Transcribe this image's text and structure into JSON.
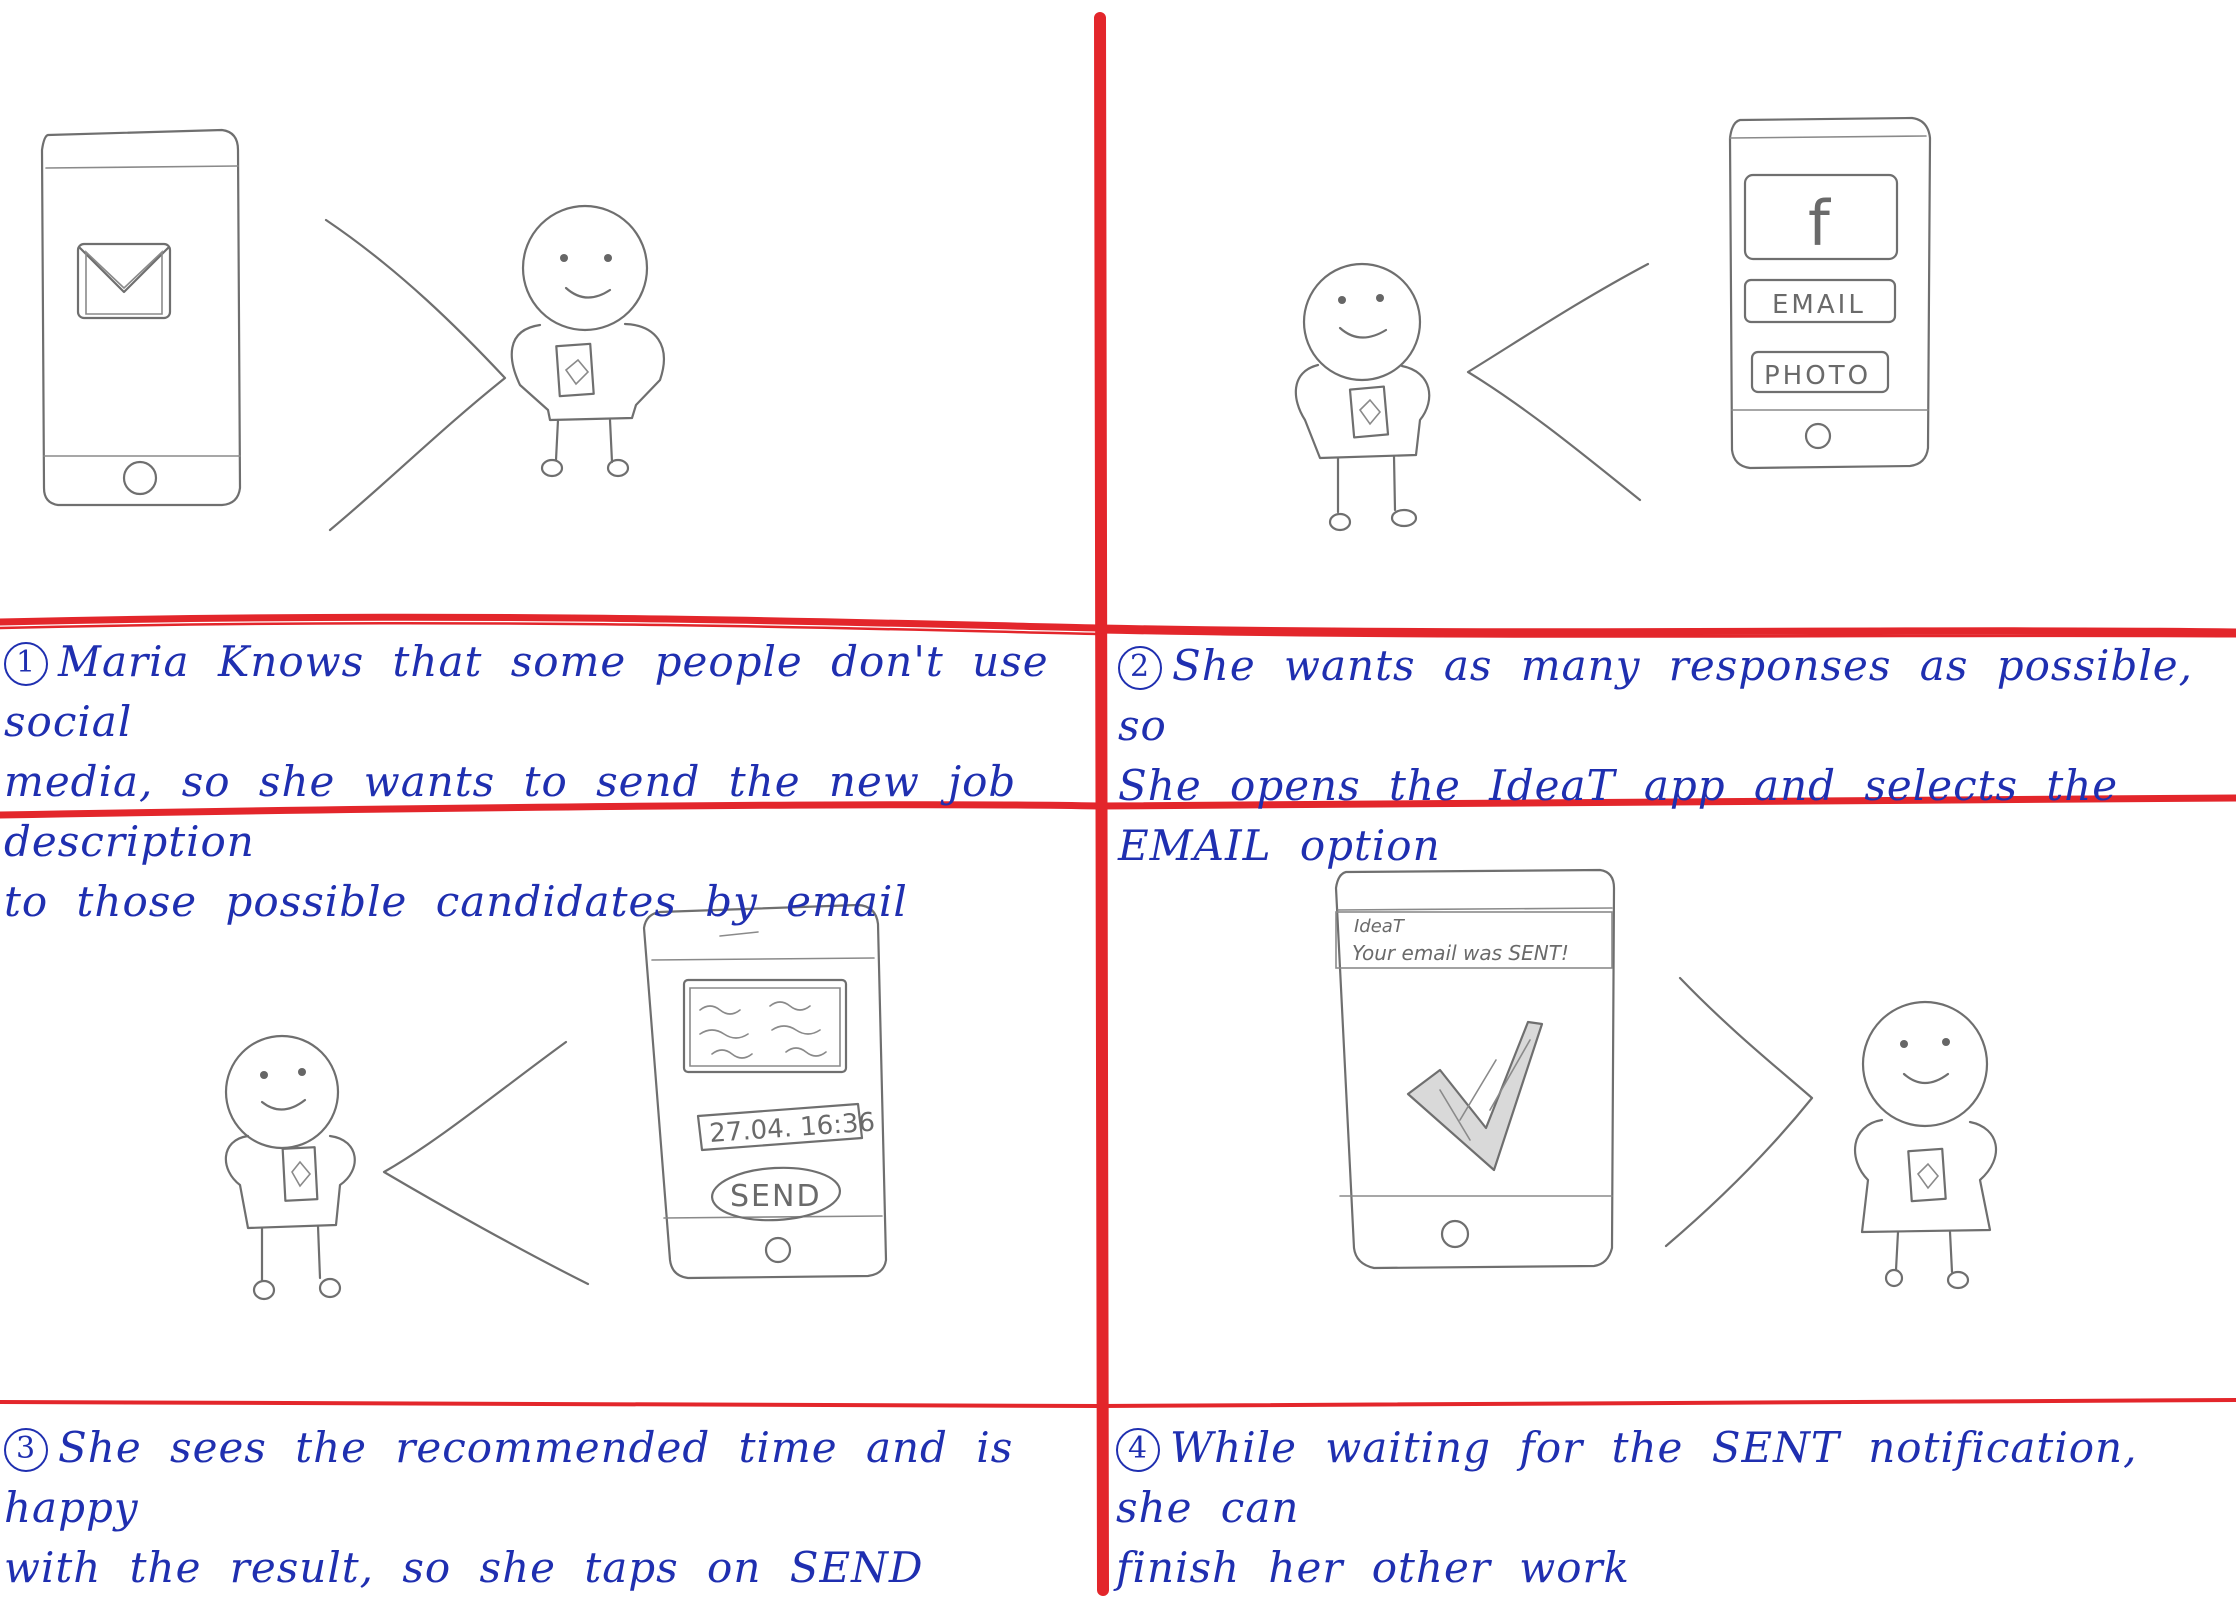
{
  "panels": [
    {
      "number": "1",
      "caption_lines": [
        "Maria Knows that some people don't use social",
        "media, so she wants to send the new job description",
        "to those possible candidates by email"
      ]
    },
    {
      "number": "2",
      "caption_lines": [
        "She wants as many responses as possible, so",
        "She opens the IdeaT app and selects the EMAIL option"
      ],
      "phone_buttons": [
        "f",
        "EMAIL",
        "PHOTO"
      ]
    },
    {
      "number": "3",
      "caption_lines": [
        "She sees the recommended time and is happy",
        "with the result, so she taps on SEND"
      ],
      "phone_datetime": "27.04. 16:36",
      "phone_send_label": "SEND"
    },
    {
      "number": "4",
      "caption_lines": [
        "While waiting for the SENT notification, she can",
        "finish her other work"
      ],
      "notification_app": "IdeaT",
      "notification_text": "Your email was SENT!"
    }
  ],
  "colors": {
    "ink": "#1f2fb0",
    "pencil": "#6f6f6f",
    "divider": "#e3262b"
  }
}
